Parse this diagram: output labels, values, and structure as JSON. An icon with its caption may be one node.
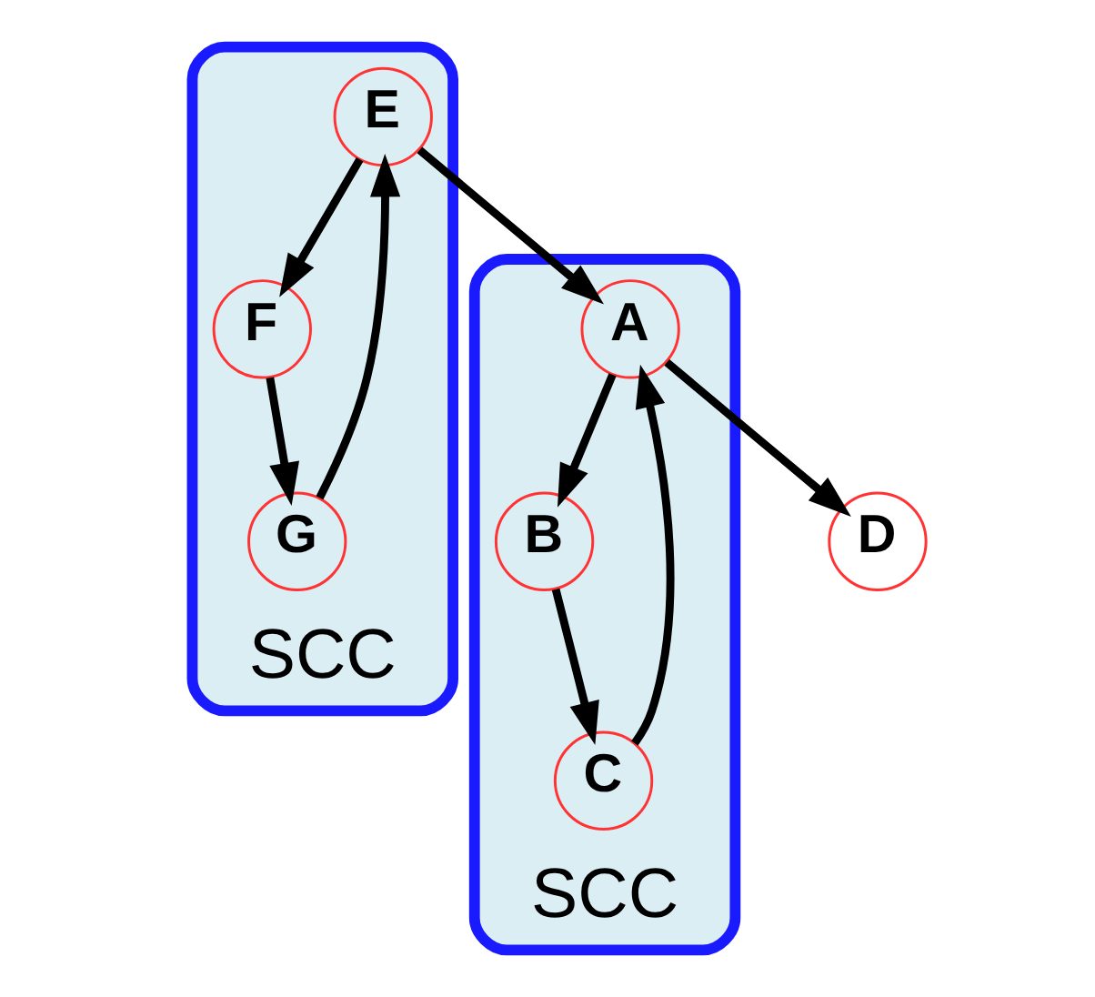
{
  "diagram": {
    "nodes": [
      {
        "text": [
          "SCC"
        ]
      },
      {
        "text": [
          "A"
        ],
        "in": 0
      },
      {
        "text": [
          "B"
        ],
        "in": 0
      },
      {
        "text": [
          "C"
        ],
        "in": 0
      },
      {
        "text": [
          "SCC"
        ]
      },
      {
        "text": [
          "E"
        ],
        "in": 4
      },
      {
        "text": [
          "F"
        ],
        "in": 4
      },
      {
        "text": [
          "G"
        ],
        "in": 4
      },
      {
        "text": [
          "D"
        ]
      }
    ],
    "edges": [
      {
        "from": 1,
        "to": 2,
        "arrow": "to"
      },
      {
        "from": 2,
        "to": 3,
        "arrow": "to"
      },
      {
        "from": 3,
        "to": 1,
        "arrow": "to"
      },
      {
        "from": 1,
        "to": 8,
        "arrow": "to"
      },
      {
        "from": 5,
        "to": 1,
        "arrow": "to"
      },
      {
        "from": 5,
        "to": 6,
        "arrow": "to"
      },
      {
        "from": 6,
        "to": 7,
        "arrow": "to"
      },
      {
        "from": 7,
        "to": 5,
        "arrow": "to"
      }
    ]
  }
}
